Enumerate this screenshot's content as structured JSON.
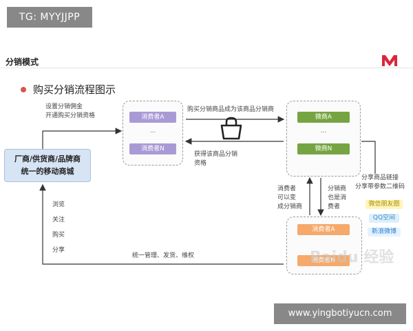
{
  "overlay_tag": "TG: MYYJJPP",
  "header": {
    "title": "分销模式",
    "logo_text": "M"
  },
  "diagram_title": "购买分销流程图示",
  "mall": {
    "line1": "厂商/供货商/品牌商",
    "line2": "统一的移动商城"
  },
  "mall_to_consumers": {
    "line1": "设置分销佣金",
    "line2": "开通购买分销资格"
  },
  "consumers_group": {
    "top": "消费者A",
    "ellipsis": "...",
    "bottom": "消费者N"
  },
  "buy_label": "购买分销商品成为该商品分销商",
  "get_label": {
    "line1": "获得该商品分销",
    "line2": "资格"
  },
  "resellers_group": {
    "top": "微商A",
    "ellipsis": "...",
    "bottom": "微商N"
  },
  "up_arrow_label": {
    "line1": "消费者",
    "line2": "可以变",
    "line3": "成分销商"
  },
  "down_arrow_label": {
    "line1": "分销商",
    "line2": "也是消",
    "line3": "费者"
  },
  "share": {
    "line1": "分享商品链接",
    "line2": "分享带参数二维码",
    "wechat": "微信朋友圈",
    "qq": "QQ空间",
    "weibo": "新浪微博"
  },
  "end_consumers_group": {
    "top": "消费者A",
    "bottom": "消费者N"
  },
  "left_actions": [
    "浏览",
    "关注",
    "购买",
    "分享"
  ],
  "bottom_label": "统一管理、发货、维权",
  "baidu_watermark": "Baidu 经验",
  "bottom_watermark": "www.yingbotiyucn.com",
  "colors": {
    "purple": "#a99ad6",
    "green": "#76a442",
    "orange": "#f5a96b",
    "mall_bg": "#d7e4f4",
    "accent_red": "#d9534f"
  }
}
